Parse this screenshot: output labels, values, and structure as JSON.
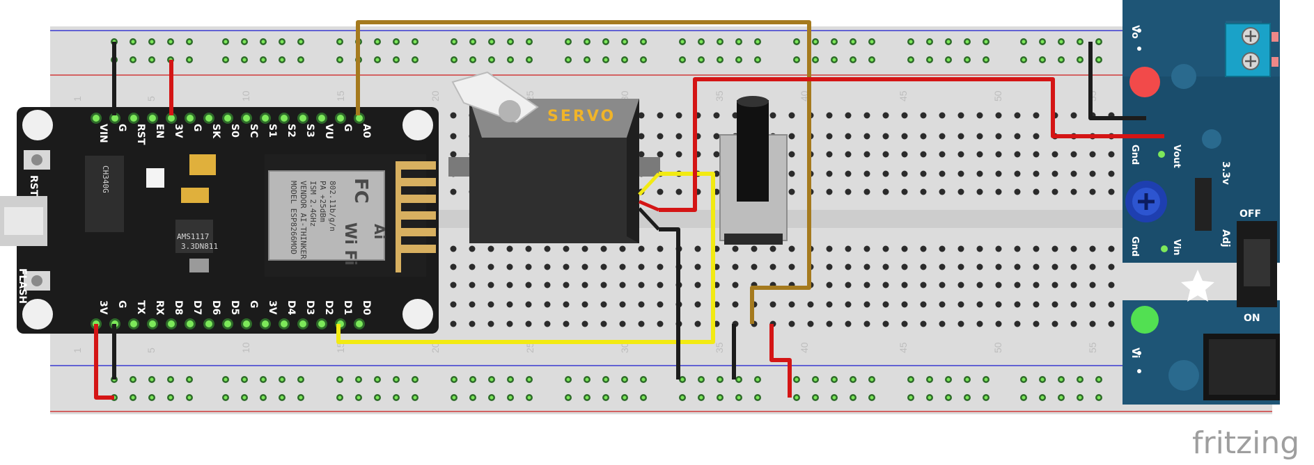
{
  "nodemcu": {
    "top_pins": [
      "VIN",
      "G",
      "RST",
      "EN",
      "3V",
      "G",
      "SK",
      "S0",
      "SC",
      "S1",
      "S2",
      "S3",
      "VU",
      "G",
      "A0"
    ],
    "bottom_pins": [
      "3V",
      "G",
      "TX",
      "RX",
      "D8",
      "D7",
      "D6",
      "D5",
      "G",
      "3V",
      "D4",
      "D3",
      "D2",
      "D1",
      "D0"
    ],
    "button_rst": "RST",
    "button_flash": "FLASH",
    "chip_text": [
      "CH340G",
      "AMS1117",
      "3.3",
      "DN811"
    ]
  },
  "esp_module": {
    "brand": "Ai",
    "wifi": "Wi Fi",
    "fc": "FC",
    "lines": [
      "MODEL ESP8266MOD",
      "VENDOR AI-THINKER",
      "ISM 2.4GHz",
      "PA +25dBm",
      "802.11b/g/n"
    ]
  },
  "servo": {
    "label": "SERVO"
  },
  "power_module": {
    "vo": "Vo",
    "vi": "Vi",
    "gnd_top": "Gnd",
    "vout": "Vout",
    "gnd_bottom": "Gnd",
    "vin": "Vin",
    "v33": "3.3v",
    "adj": "Adj",
    "off": "OFF",
    "on": "ON"
  },
  "breadboard": {
    "column_numbers_top": [
      "1",
      "5",
      "10",
      "15",
      "20",
      "25",
      "30",
      "35",
      "40",
      "45",
      "50",
      "55"
    ],
    "column_numbers_bottom": [
      "1",
      "5",
      "10",
      "15",
      "20",
      "25",
      "30",
      "35",
      "40",
      "45",
      "50",
      "55"
    ]
  },
  "watermark": "fritzing",
  "colors": {
    "wire_red": "#d41515",
    "wire_black": "#1c1c1c",
    "wire_yellow": "#f2ea12",
    "wire_brown": "#a57a1e",
    "board_black": "#1b1b1b",
    "module_blue": "#1e5576",
    "pin_green": "#7de85a"
  }
}
